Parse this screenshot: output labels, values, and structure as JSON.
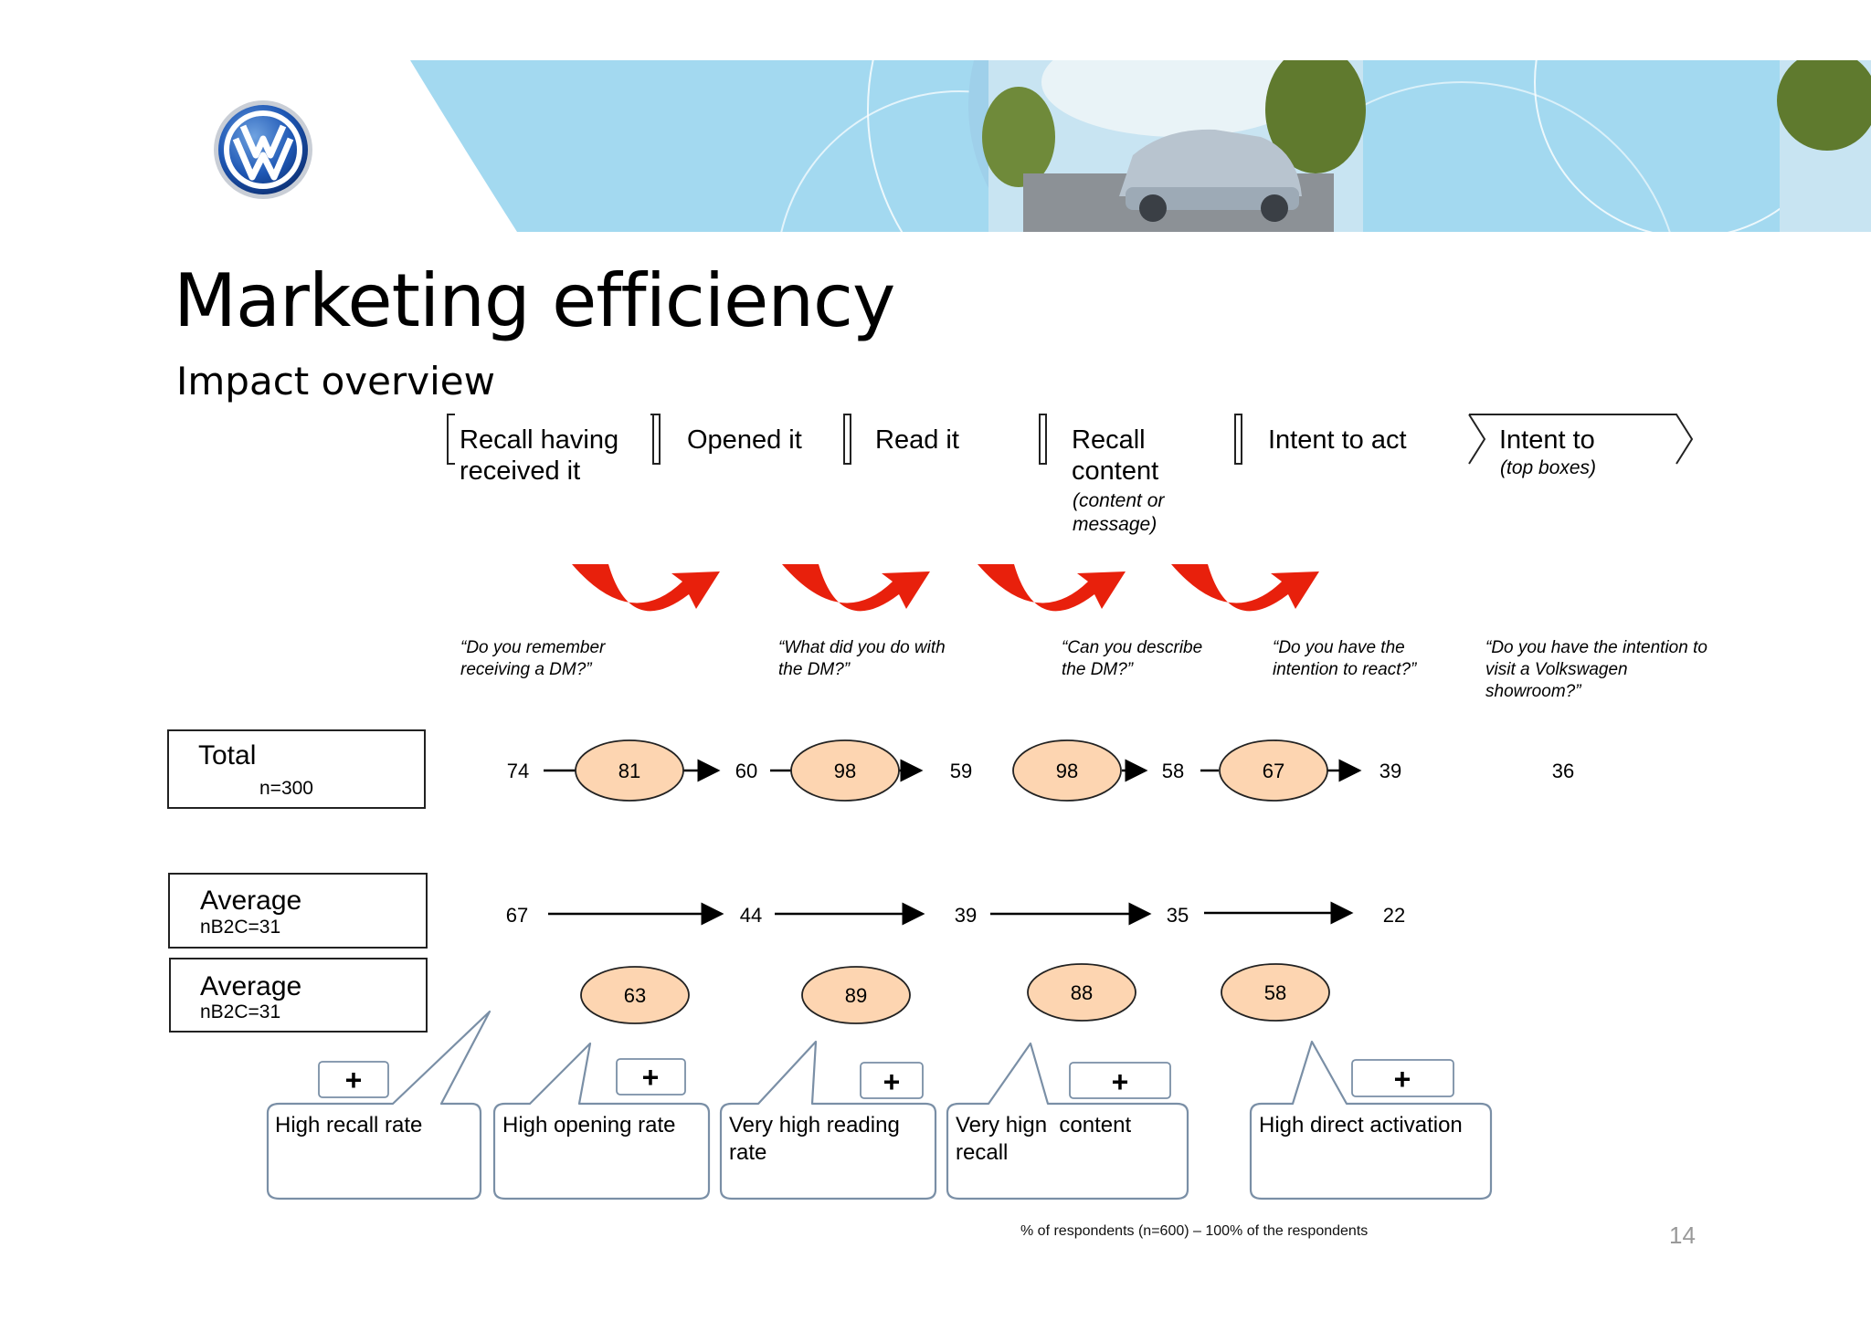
{
  "header": {
    "title": "Marketing efficiency",
    "subtitle": "Impact overview",
    "logo": "volkswagen-logo",
    "banner": "car-banner",
    "accent_color": "#a3d9f0"
  },
  "stages": [
    {
      "label_lines": [
        "Recall having",
        "received it"
      ],
      "sub_lines": []
    },
    {
      "label_lines": [
        "Opened it"
      ],
      "sub_lines": []
    },
    {
      "label_lines": [
        "Read it"
      ],
      "sub_lines": []
    },
    {
      "label_lines": [
        "Recall",
        "content"
      ],
      "sub_lines": [
        "(content or",
        "message)"
      ]
    },
    {
      "label_lines": [
        "Intent to act"
      ],
      "sub_lines": []
    },
    {
      "label_lines": [
        "Intent to"
      ],
      "sub_lines": [
        "(top boxes)"
      ]
    }
  ],
  "questions": [
    {
      "lines": [
        "“Do you remember",
        "receiving a DM?”"
      ]
    },
    {
      "lines": [
        "“What did you do with",
        "the DM?”"
      ]
    },
    {
      "lines": [
        "“Can you describe",
        "the DM?”"
      ]
    },
    {
      "lines": [
        "“Do you have the",
        "intention to react?”"
      ]
    },
    {
      "lines": [
        "“Do you have the intention to",
        "visit a Volkswagen",
        "showroom?”"
      ]
    }
  ],
  "total_box": {
    "label": "Total",
    "n": "n=300"
  },
  "average_boxes": [
    {
      "label": "Average",
      "n": "nB2C=31"
    },
    {
      "label": "Average",
      "n": "nB2C=31"
    }
  ],
  "total_row": {
    "values": [
      "74",
      "60",
      "59",
      "58",
      "39",
      "36"
    ],
    "conversions": [
      "81",
      "98",
      "98",
      "67"
    ]
  },
  "average_row": {
    "values": [
      "67",
      "44",
      "39",
      "35",
      "22"
    ]
  },
  "average_conversions": [
    "63",
    "89",
    "88",
    "58"
  ],
  "callouts": [
    {
      "lines": [
        "High recall rate"
      ],
      "plus": "+"
    },
    {
      "lines": [
        "High opening rate"
      ],
      "plus": "+"
    },
    {
      "lines": [
        "Very high reading",
        "rate"
      ],
      "plus": "+"
    },
    {
      "lines": [
        "Very hign  content",
        "recall"
      ],
      "plus": "+"
    },
    {
      "lines": [
        "High direct activation"
      ],
      "plus": "+"
    }
  ],
  "colors": {
    "oval_fill": "#fdd5b1",
    "arrow_red": "#e8200c",
    "box_text": "#1a237e",
    "plus_green": "#22cc22",
    "callout_border": "#7a8fa6"
  },
  "footnote": "% of respondents (n=600) – 100% of the respondents",
  "page_number": "14"
}
